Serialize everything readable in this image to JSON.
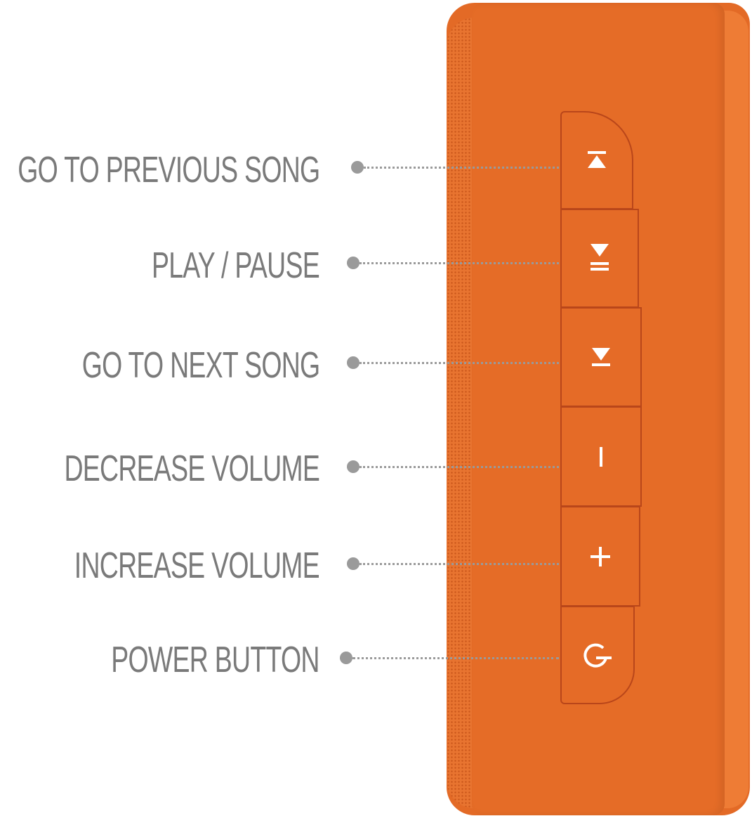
{
  "colors": {
    "body": "#e56c27",
    "label": "#7a7a7a",
    "leader": "#9a9a9a"
  },
  "buttons": [
    {
      "label": "GO TO PREVIOUS SONG",
      "icon": "previous-track-icon"
    },
    {
      "label": "PLAY / PAUSE",
      "icon": "play-pause-icon"
    },
    {
      "label": "GO TO NEXT SONG",
      "icon": "next-track-icon"
    },
    {
      "label": "DECREASE VOLUME",
      "icon": "minus-icon"
    },
    {
      "label": "INCREASE VOLUME",
      "icon": "plus-icon"
    },
    {
      "label": "POWER BUTTON",
      "icon": "power-icon"
    }
  ]
}
